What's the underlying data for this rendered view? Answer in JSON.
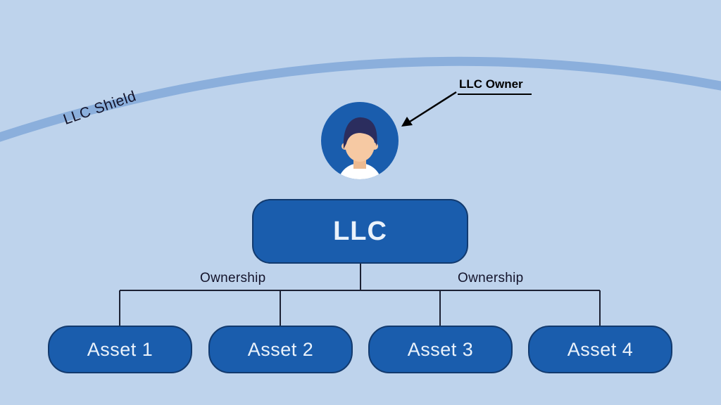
{
  "diagram": {
    "shield_label": "LLC Shield",
    "owner": {
      "label": "LLC Owner"
    },
    "llc_box": {
      "label": "LLC"
    },
    "ownership_labels": {
      "left": "Ownership",
      "right": "Ownership"
    },
    "asset_boxes": [
      {
        "label": "Asset 1"
      },
      {
        "label": "Asset 2"
      },
      {
        "label": "Asset 3"
      },
      {
        "label": "Asset 4"
      }
    ],
    "colors": {
      "background": "#bed3ec",
      "arc": "#8bafdc",
      "box_fill": "#1a5dad",
      "box_border": "#123a6e",
      "box_text": "#eaf2fb",
      "line": "#1c2133",
      "label_text": "#14142b",
      "hair": "#2b2d5e",
      "skin": "#f6c9a3",
      "shirt": "#ffffff"
    }
  }
}
